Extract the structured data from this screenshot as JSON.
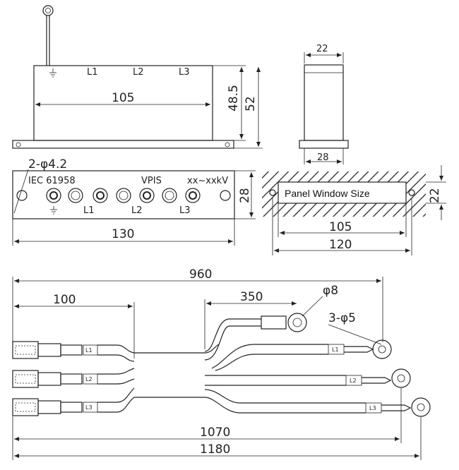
{
  "top_view": {
    "phases": [
      "L1",
      "L2",
      "L3"
    ],
    "dim_width": "105",
    "dim_height_inner": "48.5",
    "dim_height_outer": "52"
  },
  "side_view": {
    "dim_top": "22",
    "dim_bottom": "28"
  },
  "front_view": {
    "holes": "2-φ4.2",
    "standard": "IEC  61958",
    "brand": "VPIS",
    "voltage": "xx~xxkV",
    "phases": [
      "L1",
      "L2",
      "L3"
    ],
    "dim_height": "28",
    "dim_width": "130"
  },
  "panel_window": {
    "label": "Panel Window Size",
    "dim_height": "22",
    "dim_inner": "105",
    "dim_outer": "120"
  },
  "cable": {
    "dim_960": "960",
    "dim_100": "100",
    "dim_350": "350",
    "ring_big": "φ8",
    "ring_small": "3-φ5",
    "dim_1070": "1070",
    "dim_1180": "1180",
    "phases": [
      "L1",
      "L2",
      "L3"
    ]
  }
}
